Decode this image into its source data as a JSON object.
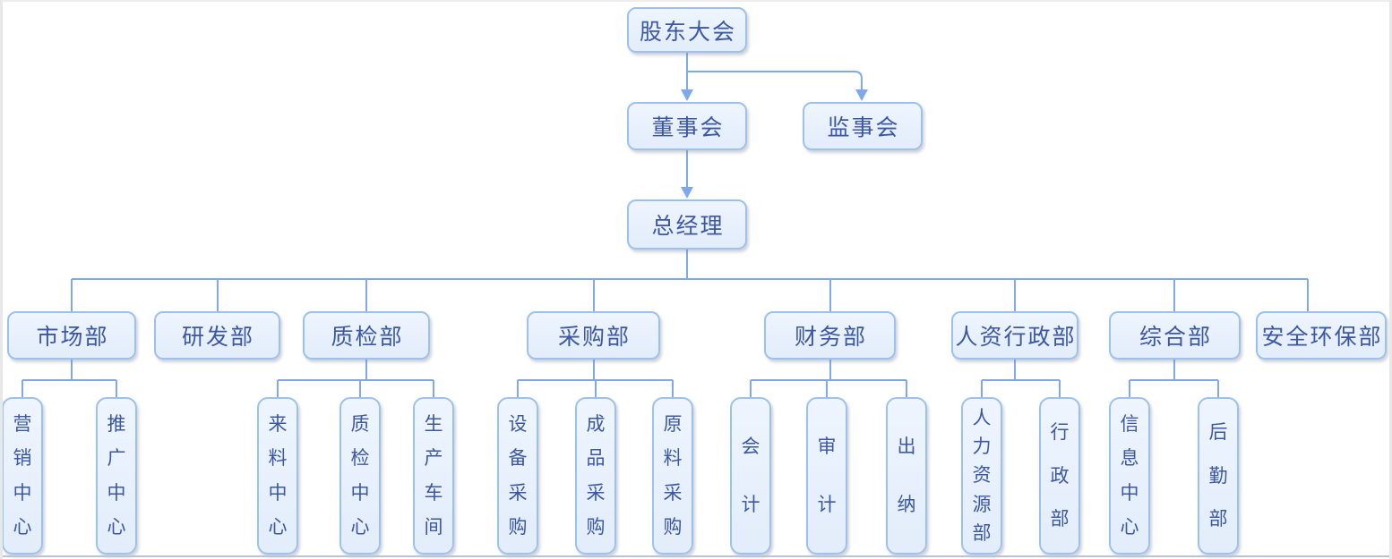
{
  "colors": {
    "connector_line": "#7fa9ea",
    "node_border": "#9dc1ee",
    "node_fill": "#e9f1fd",
    "node_text": "#3c57a6",
    "canvas_bottom_edge": "#b8c5d9"
  },
  "org_chart": {
    "level1": {
      "shareholders_meeting": "股东大会"
    },
    "level2": {
      "board_of_directors": "董事会",
      "supervisory_board": "监事会"
    },
    "level3": {
      "general_manager": "总经理"
    },
    "departments": {
      "marketing": "市场部",
      "rnd": "研发部",
      "quality": "质检部",
      "procurement": "采购部",
      "finance": "财务部",
      "hr_admin": "人资行政部",
      "general_affairs": "综合部",
      "safety_env": "安全环保部"
    },
    "subunits": {
      "marketing_center": "营销中心",
      "promotion_center": "推广中心",
      "incoming_materials_center": "来料中心",
      "quality_inspection_center": "质检中心",
      "production_workshop": "生产车间",
      "equipment_procurement": "设备采购",
      "finished_goods_procurement": "成品采购",
      "raw_materials_procurement": "原料采购",
      "accounting": "会计",
      "audit": "审计",
      "cashier": "出纳",
      "human_resources": "人力资源部",
      "administration": "行政部",
      "information_center": "信息中心",
      "logistics": "后勤部"
    }
  }
}
